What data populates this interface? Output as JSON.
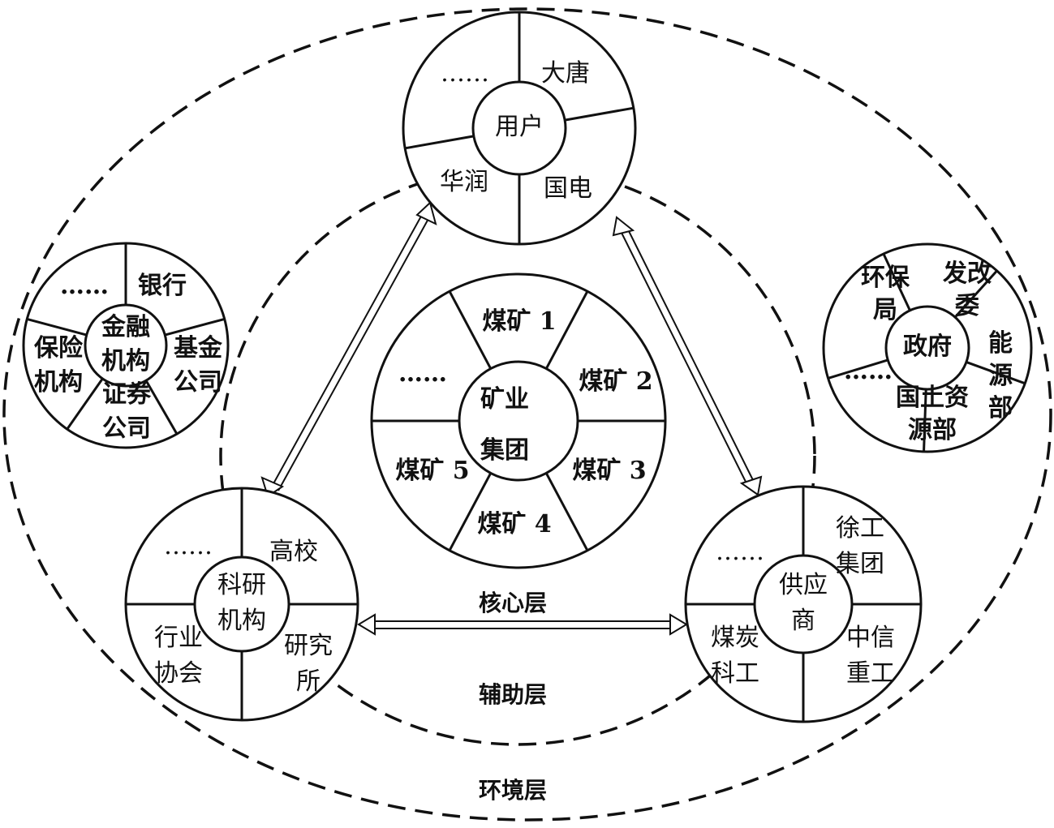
{
  "layers": {
    "core": "核心层",
    "auxiliary": "辅助层",
    "environment": "环境层"
  },
  "groups": {
    "users": {
      "center": [
        "用户"
      ],
      "segments": [
        [
          "……"
        ],
        [
          "大唐"
        ],
        [
          "国电"
        ],
        [
          "华润"
        ]
      ]
    },
    "mining": {
      "center": [
        "矿业",
        "集团"
      ],
      "segments": [
        [
          "煤矿 1"
        ],
        [
          "煤矿 2"
        ],
        [
          "煤矿 3"
        ],
        [
          "煤矿 4"
        ],
        [
          "煤矿 5"
        ],
        [
          "……"
        ]
      ]
    },
    "finance": {
      "center": [
        "金融",
        "机构"
      ],
      "segments": [
        [
          "……"
        ],
        [
          "银行"
        ],
        [
          "基金",
          "公司"
        ],
        [
          "证券",
          "公司"
        ],
        [
          "保险",
          "机构"
        ]
      ]
    },
    "government": {
      "center": [
        "政府"
      ],
      "segments": [
        [
          "环保",
          "局"
        ],
        [
          "发改",
          "委"
        ],
        [
          "能",
          "源",
          "部"
        ],
        [
          "国土资",
          "源部"
        ],
        [
          "……"
        ]
      ]
    },
    "research": {
      "center": [
        "科研",
        "机构"
      ],
      "segments": [
        [
          "……"
        ],
        [
          "高校"
        ],
        [
          "研究",
          "所"
        ],
        [
          "行业",
          "协会"
        ]
      ]
    },
    "suppliers": {
      "center": [
        "供应",
        "商"
      ],
      "segments": [
        [
          "……"
        ],
        [
          "徐工",
          "集团"
        ],
        [
          "中信",
          "重工"
        ],
        [
          "煤炭",
          "科工"
        ]
      ]
    }
  },
  "connections": [
    {
      "from": "users",
      "to": "research",
      "direction": "bidirectional"
    },
    {
      "from": "users",
      "to": "suppliers",
      "direction": "bidirectional"
    },
    {
      "from": "research",
      "to": "suppliers",
      "direction": "bidirectional"
    }
  ]
}
